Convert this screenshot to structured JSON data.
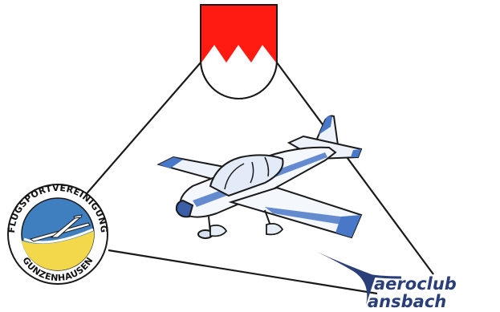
{
  "badge": {
    "top_text": "FLUGSPORTVEREINIGUNG",
    "bottom_text": "GUNZENHAUSEN"
  },
  "club_logo": {
    "line1": "aeroclub",
    "line2": "ansbach"
  },
  "colors": {
    "franconian_red": "#ff1a12",
    "badge_blue": "#3f7fbf",
    "badge_yellow": "#f2d84a",
    "plane_blue": "#4a78c8",
    "club_navy": "#2a3f7a"
  }
}
